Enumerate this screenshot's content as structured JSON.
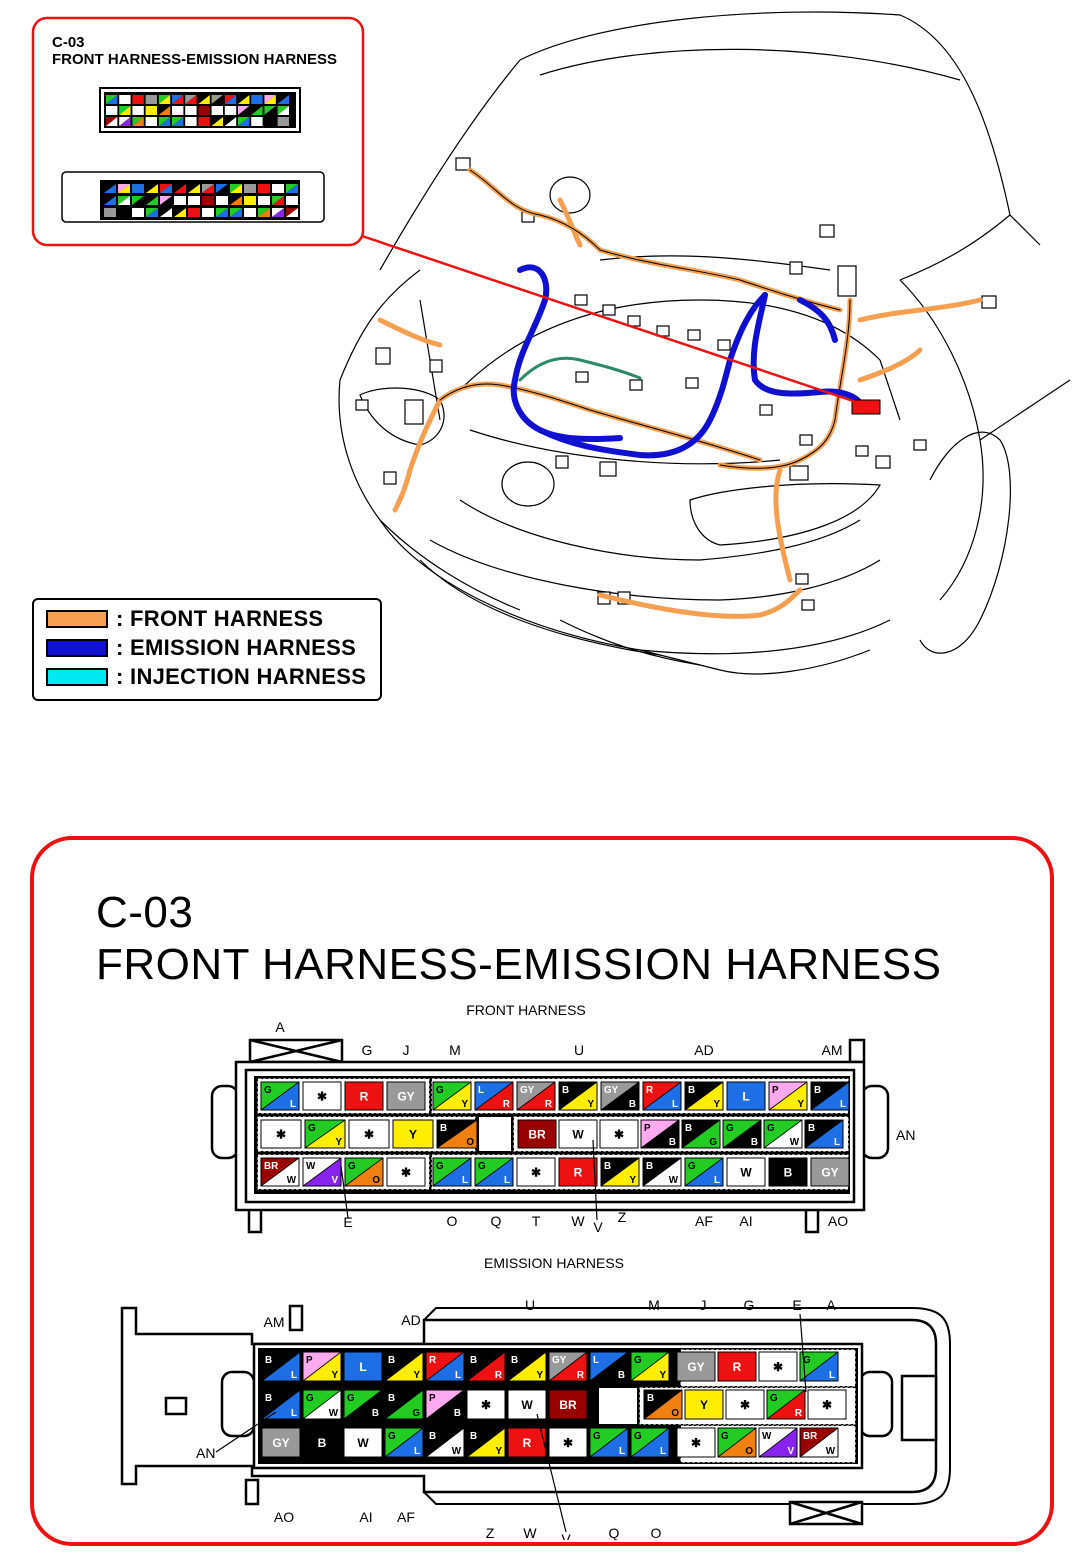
{
  "connector_id": "C-03",
  "connector_name": "FRONT HARNESS-EMISSION HARNESS",
  "front_title": "FRONT HARNESS",
  "emission_title": "EMISSION HARNESS",
  "legend": [
    {
      "label": ": FRONT HARNESS",
      "color": "#f5a050"
    },
    {
      "label": ": EMISSION HARNESS",
      "color": "#1010d0"
    },
    {
      "label": ": INJECTION HARNESS",
      "color": "#00e8f0"
    }
  ],
  "colors": {
    "G": "#22cc22",
    "L": "#1e6ee6",
    "R": "#ee1111",
    "B": "#000000",
    "Y": "#ffee00",
    "P": "#ffaaf0",
    "W": "#ffffff",
    "GY": "#999999",
    "BR": "#990000",
    "V": "#8822ee",
    "O": "#f08010",
    "accent_red": "#ee1111"
  },
  "front": {
    "top_pins": [
      "A",
      "G",
      "J",
      "M",
      "U",
      "AD",
      "AM"
    ],
    "bottom_pins": [
      "E",
      "O",
      "Q",
      "T",
      "W",
      "V",
      "Z",
      "AF",
      "AI",
      "AO"
    ],
    "side_pin": "AN",
    "row1": [
      [
        "G",
        "L"
      ],
      [
        "*"
      ],
      [
        "R"
      ],
      [
        "GY"
      ],
      [
        "G",
        "Y"
      ],
      [
        "L",
        "R"
      ],
      [
        "GY",
        "R"
      ],
      [
        "B",
        "Y"
      ],
      [
        "GY",
        "B"
      ],
      [
        "R",
        "L"
      ],
      [
        "B",
        "Y"
      ],
      [
        "L"
      ],
      [
        "P",
        "Y"
      ],
      [
        "B",
        "L"
      ]
    ],
    "row2a": [
      [
        "*"
      ],
      [
        "G",
        "Y"
      ],
      [
        "*"
      ],
      [
        "Y"
      ],
      [
        "B",
        "O"
      ]
    ],
    "row2b": [
      [
        "BR"
      ],
      [
        "W"
      ],
      [
        "*"
      ],
      [
        "P",
        "B"
      ],
      [
        "B",
        "G"
      ],
      [
        "G",
        "B"
      ],
      [
        "G",
        "W"
      ],
      [
        "B",
        "L"
      ]
    ],
    "row3": [
      [
        "BR",
        "W"
      ],
      [
        "W",
        "V"
      ],
      [
        "G",
        "O"
      ],
      [
        "*"
      ],
      [
        "G",
        "L"
      ],
      [
        "G",
        "L"
      ],
      [
        "*"
      ],
      [
        "R"
      ],
      [
        "B",
        "Y"
      ],
      [
        "B",
        "W"
      ],
      [
        "G",
        "L"
      ],
      [
        "W"
      ],
      [
        "B"
      ],
      [
        "GY"
      ]
    ]
  },
  "emission": {
    "top_pins": [
      "AM",
      "AD",
      "U",
      "M",
      "J",
      "G",
      "E",
      "A"
    ],
    "bottom_pins": [
      "AO",
      "AI",
      "AF",
      "Z",
      "W",
      "V",
      "Q",
      "O"
    ],
    "side_pin": "AN",
    "row1": [
      [
        "B",
        "L"
      ],
      [
        "P",
        "Y"
      ],
      [
        "L"
      ],
      [
        "B",
        "Y"
      ],
      [
        "R",
        "L"
      ],
      [
        "B",
        "R"
      ],
      [
        "B",
        "Y"
      ],
      [
        "GY",
        "R"
      ],
      [
        "L",
        "B"
      ],
      [
        "G",
        "Y"
      ],
      [
        "GY"
      ],
      [
        "R"
      ],
      [
        "*"
      ],
      [
        "G",
        "L"
      ]
    ],
    "row2a": [
      [
        "B",
        "L"
      ],
      [
        "G",
        "W"
      ],
      [
        "G",
        "B"
      ],
      [
        "B",
        "G"
      ],
      [
        "P",
        "B"
      ],
      [
        "*"
      ],
      [
        "W"
      ],
      [
        "BR"
      ]
    ],
    "row2b": [
      [
        "B",
        "O"
      ],
      [
        "Y"
      ],
      [
        "*"
      ],
      [
        "G",
        "R"
      ],
      [
        "*"
      ]
    ],
    "row3": [
      [
        "GY"
      ],
      [
        "B"
      ],
      [
        "W"
      ],
      [
        "G",
        "L"
      ],
      [
        "B",
        "W"
      ],
      [
        "B",
        "Y"
      ],
      [
        "R"
      ],
      [
        "*"
      ],
      [
        "G",
        "L"
      ],
      [
        "G",
        "L"
      ],
      [
        "*"
      ],
      [
        "G",
        "O"
      ],
      [
        "W",
        "V"
      ],
      [
        "BR",
        "W"
      ]
    ]
  }
}
